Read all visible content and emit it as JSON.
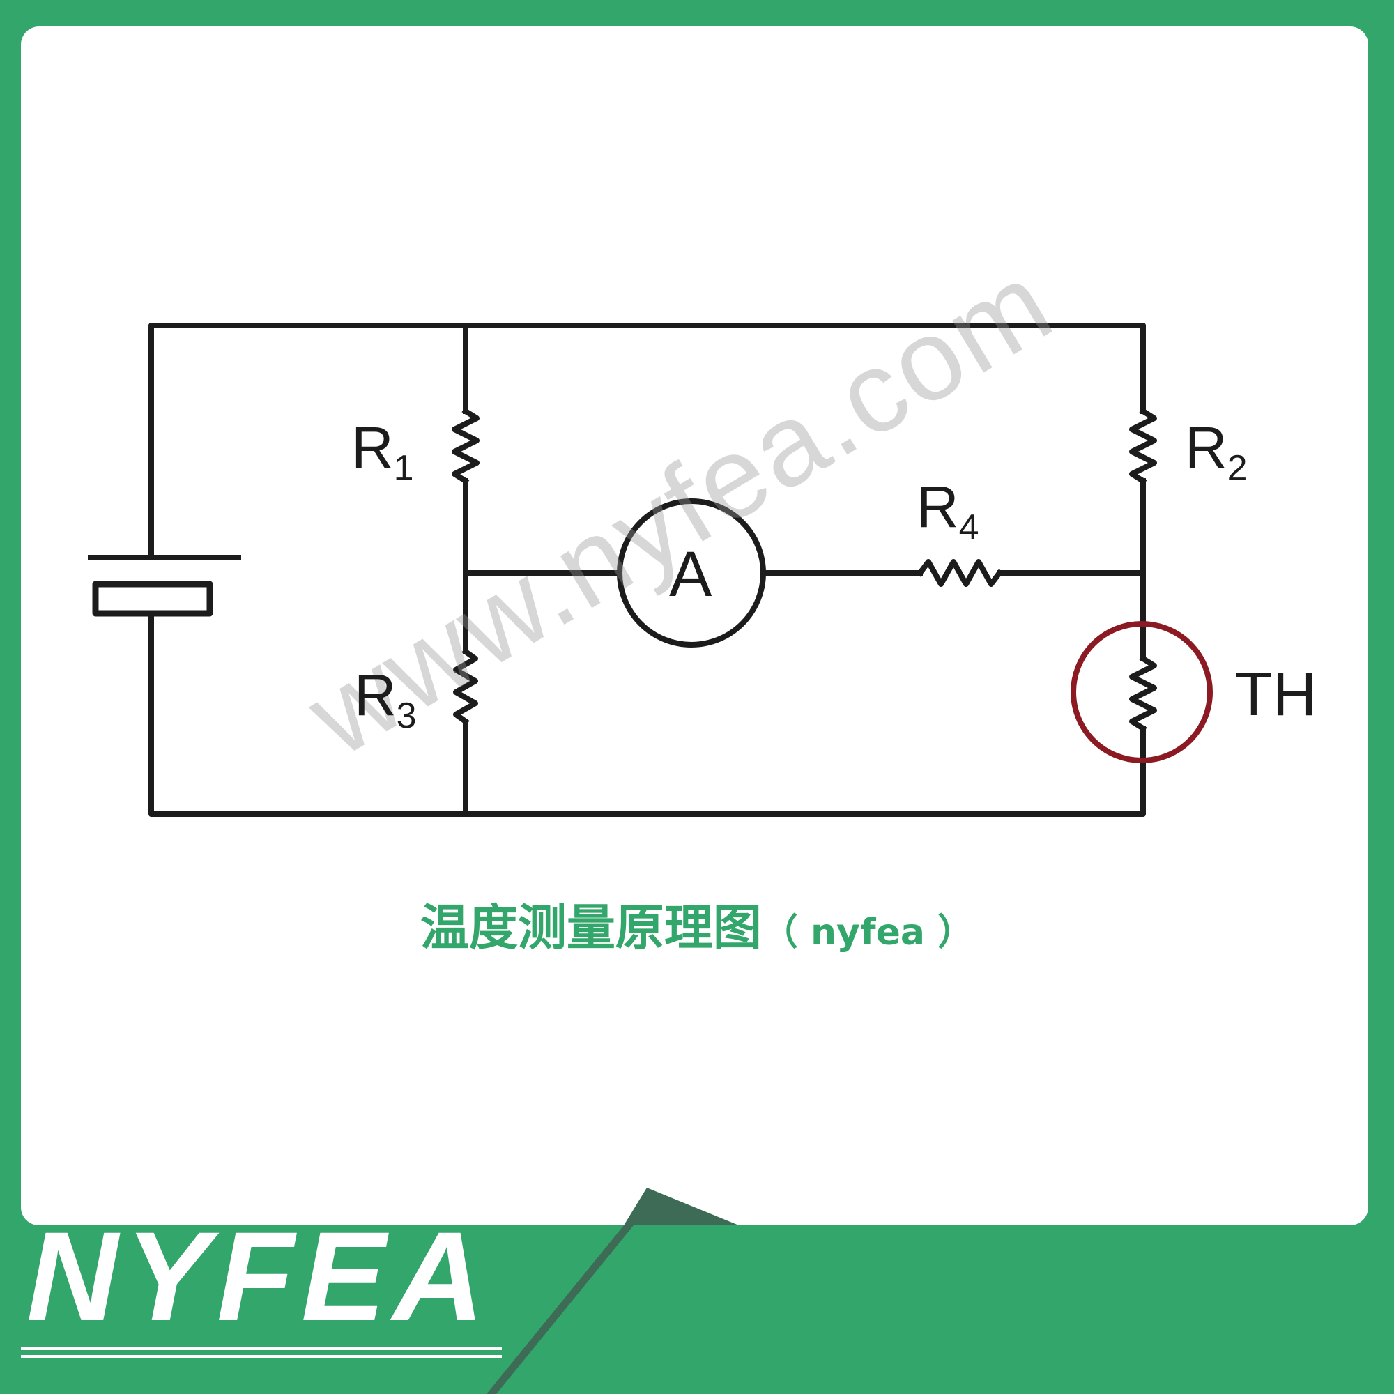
{
  "labels": {
    "r1": {
      "main": "R",
      "sub": "1"
    },
    "r2": {
      "main": "R",
      "sub": "2"
    },
    "r3": {
      "main": "R",
      "sub": "3"
    },
    "r4": {
      "main": "R",
      "sub": "4"
    },
    "th": "TH",
    "meter": "A"
  },
  "watermark": "www.nyfea.com",
  "caption": {
    "title": "温度测量原理图",
    "paren": "（ nyfea ）"
  },
  "brand": "NYFEA",
  "colors": {
    "brand_green": "#33a66b",
    "dark_green": "#3e6b55",
    "highlight_circle": "#8b1a22",
    "line": "#1c1c1c"
  }
}
